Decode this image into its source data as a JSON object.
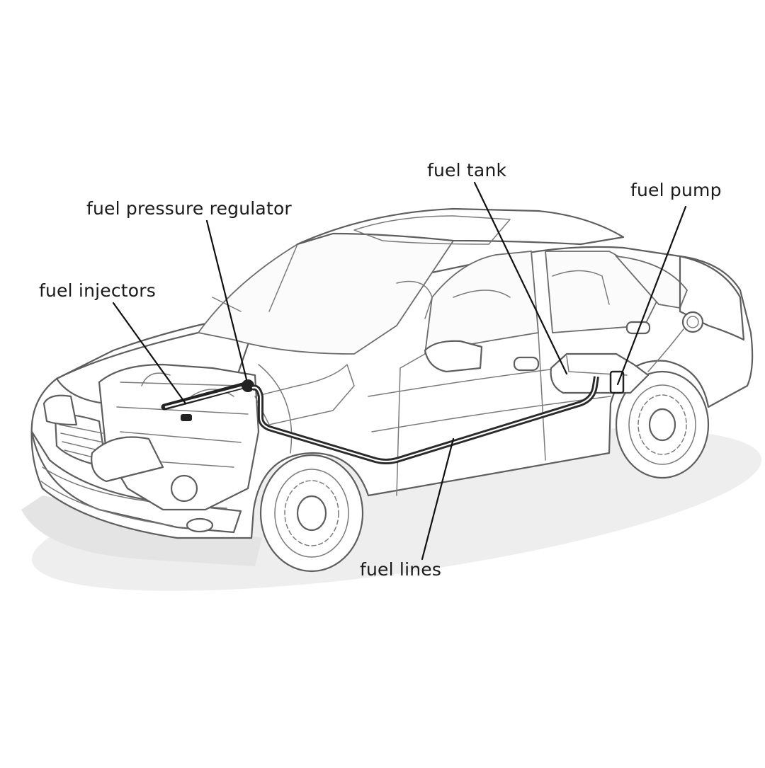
{
  "labels": {
    "fuel_tank": "fuel tank",
    "fuel_pump": "fuel pump",
    "fuel_pressure_regulator": "fuel pressure regulator",
    "fuel_injectors": "fuel injectors",
    "fuel_lines": "fuel lines"
  },
  "colors": {
    "background": "#ffffff",
    "outline": "#5e5e5e",
    "fuel_line": "#2a2a2a",
    "shadow": "#e6e6e6",
    "label_text": "#1a1a1a"
  }
}
